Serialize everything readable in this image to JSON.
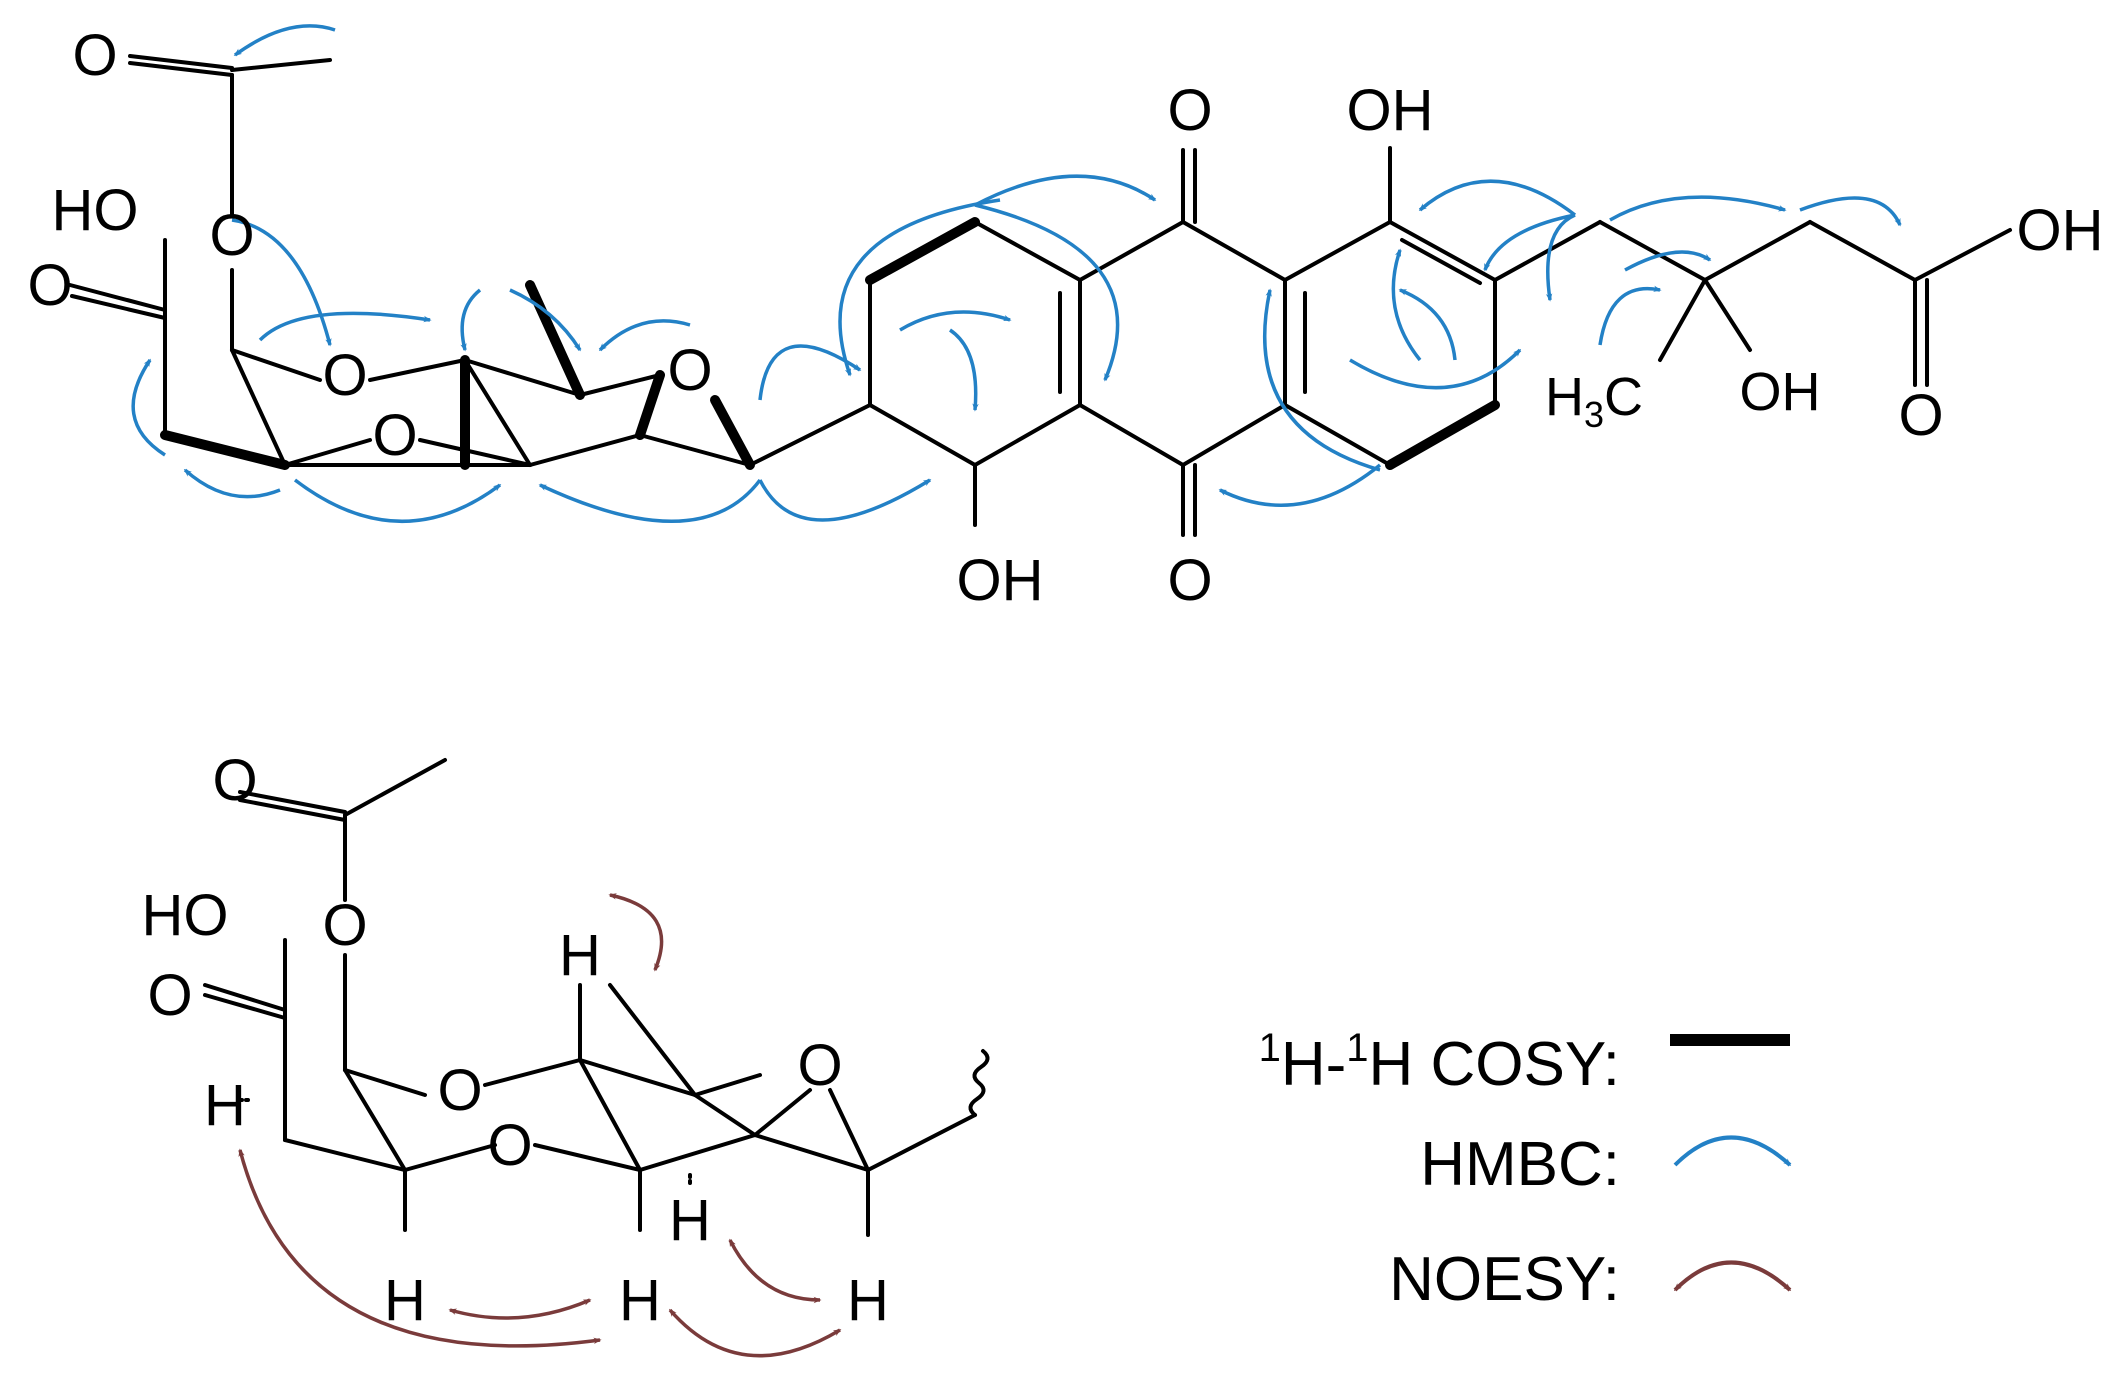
{
  "colors": {
    "bond": "#000000",
    "hmbc": "#2381c6",
    "noesy": "#7a3b3b",
    "background": "#ffffff"
  },
  "labels": {
    "oxygen": "O",
    "hydroxyl": "OH",
    "hydroxyl_left": "HO",
    "hydrogen": "H",
    "methyl_h": "H",
    "methyl_sub": "3",
    "methyl_c": "C"
  },
  "legend": {
    "cosy_sup1": "1",
    "cosy_h1": "H-",
    "cosy_sup2": "1",
    "cosy_h2": "H COSY:",
    "hmbc": "HMBC:",
    "noesy": "NOESY:"
  }
}
